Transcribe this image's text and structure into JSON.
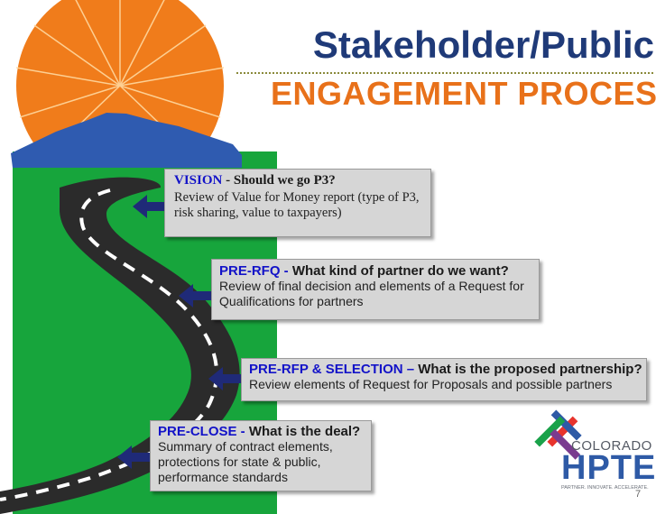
{
  "title": {
    "line1": "Stakeholder/Public",
    "line2": "ENGAGEMENT PROCESS"
  },
  "steps": [
    {
      "stage": "VISION",
      "separator": " - ",
      "question": "Should we go P3?",
      "body": "Review of Value for Money report (type of P3, risk sharing, value to taxpayers)"
    },
    {
      "stage": "PRE-RFQ -",
      "separator": " ",
      "question": "What kind of partner do we want?",
      "body": "Review of final decision and elements of a Request for Qualifications for partners"
    },
    {
      "stage": "PRE-RFP & SELECTION –",
      "separator": " ",
      "question": "What is the proposed partnership?",
      "body": "Review elements of Request for Proposals and possible partners"
    },
    {
      "stage": "PRE-CLOSE -",
      "separator": " ",
      "question": "What is the deal?",
      "body": "Summary of contract elements, protections for state & public, performance standards"
    }
  ],
  "logo": {
    "word1": "COLORADO",
    "word2": "HPTE",
    "tagline": "PARTNER. INNOVATE. ACCELERATE."
  },
  "page_number": "7",
  "colors": {
    "title_blue": "#1f3a78",
    "title_orange": "#e8711a",
    "stage_blue": "#1313c8",
    "arrow_navy": "#1f2a78",
    "grass": "#17a53c",
    "mountain": "#2f5bb0",
    "sun": "#f07c1b",
    "road": "#2b2b2b"
  }
}
